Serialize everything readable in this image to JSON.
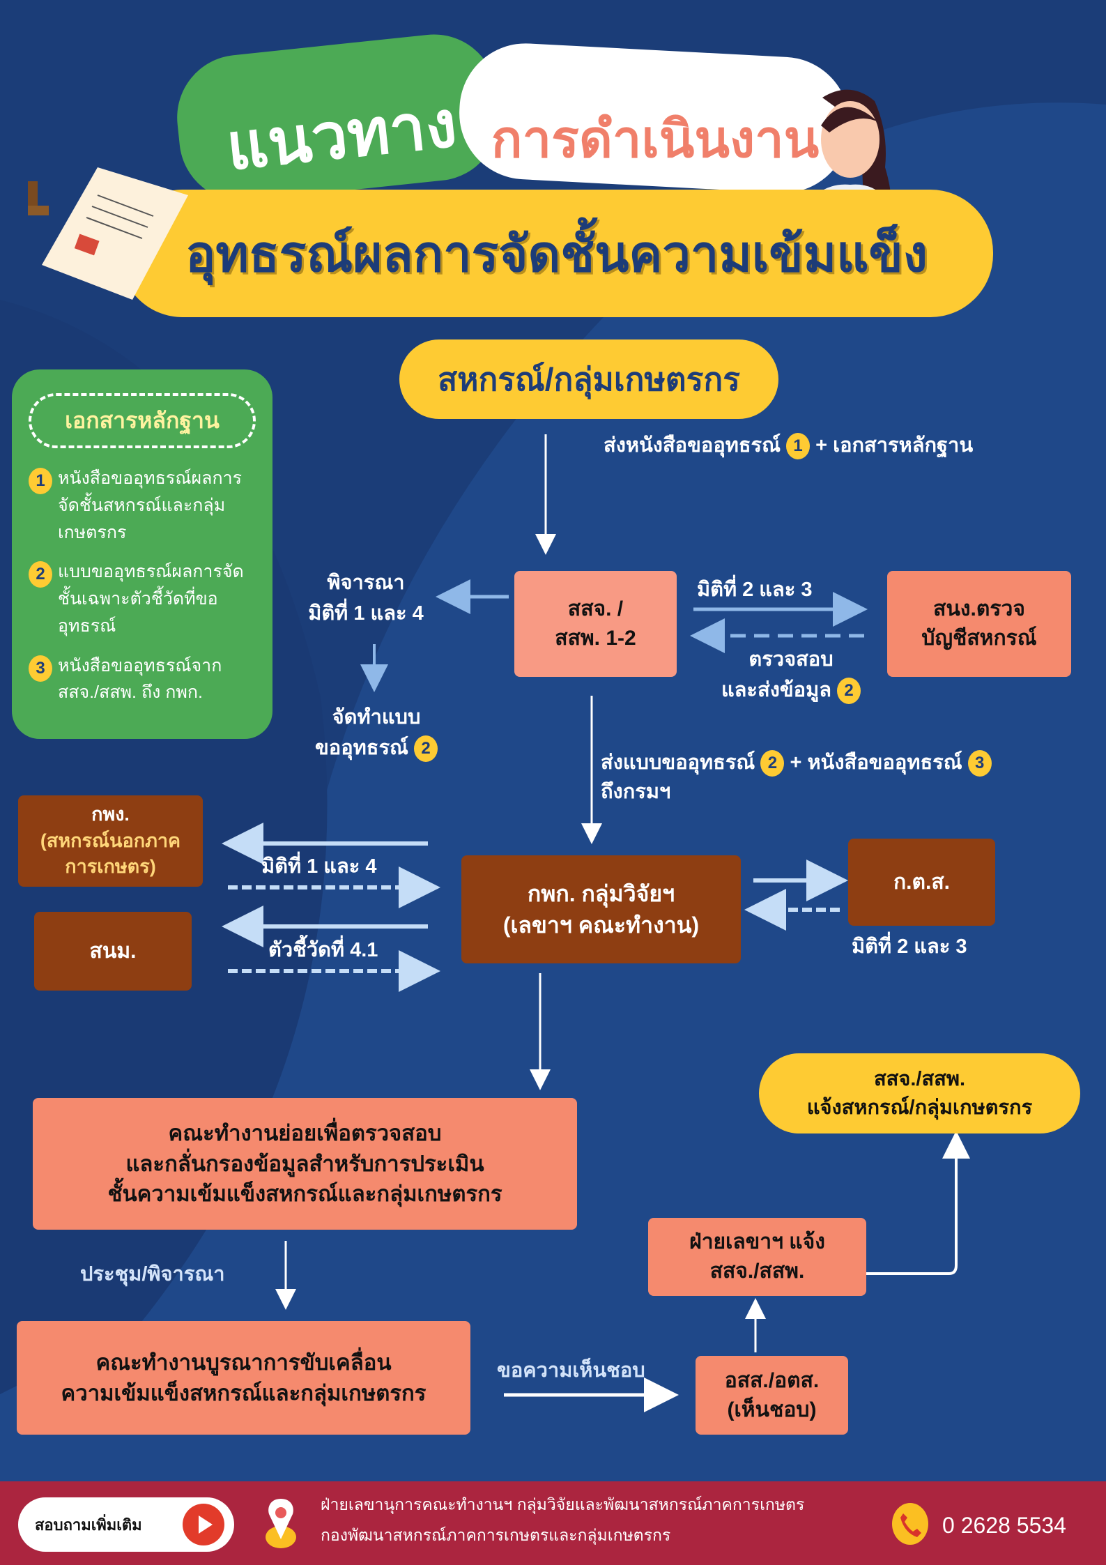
{
  "header": {
    "word1": "แนวทาง",
    "word2": "การดำเนินงาน",
    "title": "อุทธรณ์ผลการจัดชั้นความเข้มแข็ง"
  },
  "evidence": {
    "title": "เอกสารหลักฐาน",
    "items": [
      {
        "num": "1",
        "text": "หนังสือขออุทธรณ์ผลการจัดชั้นสหกรณ์และกลุ่มเกษตรกร"
      },
      {
        "num": "2",
        "text": "แบบขออุทธรณ์ผลการจัดชั้นเฉพาะตัวชี้วัดที่ขออุทธรณ์"
      },
      {
        "num": "3",
        "text": "หนังสือขออุทธรณ์จากสสจ./สสพ. ถึง กพก."
      }
    ]
  },
  "nodes": {
    "coop": "สหกรณ์/กลุ่มเกษตรกร",
    "provincial": [
      "สสจ. /",
      "สสพ. 1-2"
    ],
    "audit": [
      "สนง.ตรวจ",
      "บัญชีสหกรณ์"
    ],
    "kpk": [
      "กพก. กลุ่มวิจัยฯ",
      "(เลขาฯ คณะทำงาน)"
    ],
    "kpg": "กพง.",
    "kpg_sub": "(สหกรณ์นอกภาคการเกษตร)",
    "snm": "สนม.",
    "kts": "ก.ต.ส.",
    "subcommittee": [
      "คณะทำงานย่อยเพื่อตรวจสอบ",
      "และกลั่นกรองข้อมูลสำหรับการประเมิน",
      "ชั้นความเข้มแข็งสหกรณ์และกลุ่มเกษตรกร"
    ],
    "integration": [
      "คณะทำงานบูรณาการขับเคลื่อน",
      "ความเข้มแข็งสหกรณ์และกลุ่มเกษตรกร"
    ],
    "approval": [
      "อสส./อตส.",
      "(เห็นชอบ)"
    ],
    "secretariat": [
      "ฝ่ายเลขาฯ แจ้ง",
      "สสจ./สสพ."
    ],
    "notify": [
      "สสจ./สสพ.",
      "แจ้งสหกรณ์/กลุ่มเกษตรกร"
    ]
  },
  "labels": {
    "send1_a": "ส่งหนังสือขออุทธรณ์",
    "send1_n": "1",
    "send1_b": "+ เอกสารหลักฐาน",
    "consider": [
      "พิจารณา",
      "มิติที่ 1 และ 4"
    ],
    "prepare_a": "จัดทำแบบ",
    "prepare_b": "ขออุทธรณ์",
    "prepare_n": "2",
    "dim23": "มิติที่ 2 และ 3",
    "check_a": "ตรวจสอบ",
    "check_b": "และส่งข้อมูล",
    "check_n": "2",
    "send2_a": "ส่งแบบขออุทธรณ์",
    "send2_n1": "2",
    "send2_b": "+ หนังสือขออุทธรณ์",
    "send2_n2": "3",
    "send2_c": "ถึงกรมฯ",
    "dim14": "มิติที่ 1 และ 4",
    "ind41": "ตัวชี้วัดที่ 4.1",
    "dim23_kts": "มิติที่ 2 และ 3",
    "meeting": "ประชุม/พิจารณา",
    "request": "ขอความเห็นชอบ"
  },
  "footer": {
    "ask": "สอบถามเพิ่มเติม",
    "addr1": "ฝ่ายเลขานุการคณะทำงานฯ กลุ่มวิจัยและพัฒนาสหกรณ์ภาคการเกษตร",
    "addr2": "กองพัฒนาสหกรณ์ภาคการเกษตรและกลุ่มเกษตรกร",
    "phone": "0 2628 5534"
  },
  "colors": {
    "background": "#1b3d78",
    "salmon": "#f58a6e",
    "brown": "#8e3e12",
    "yellow": "#fecb33",
    "green": "#4caa55",
    "footer": "#ab253f"
  }
}
